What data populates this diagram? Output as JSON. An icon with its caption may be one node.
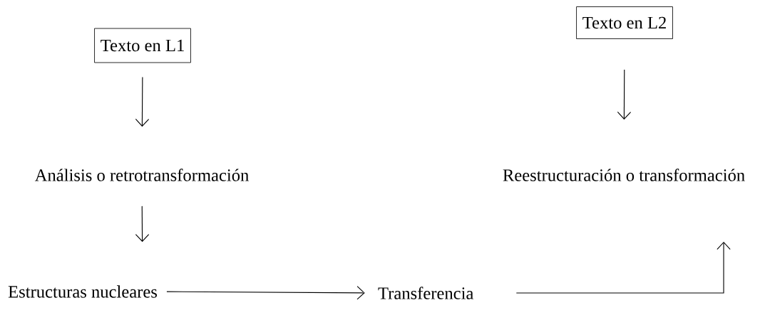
{
  "diagram": {
    "nodes": [
      {
        "text": [
          "Texto en L1"
        ]
      },
      {
        "text": [
          "Texto en L2"
        ]
      },
      {
        "text": [
          "Análisis o retrotransformación"
        ]
      },
      {
        "text": [
          "Reestructuración o transformación"
        ]
      },
      {
        "text": [
          "Estructuras nucleares"
        ]
      },
      {
        "text": [
          "Transferencia"
        ]
      }
    ],
    "edges": [
      {
        "from": 0,
        "to": 2,
        "arrow": "to"
      },
      {
        "from": 1,
        "to": 3,
        "arrow": "to"
      },
      {
        "from": 2,
        "to": 4,
        "arrow": "to"
      },
      {
        "from": 4,
        "to": 5,
        "arrow": "to"
      },
      {
        "from": 5,
        "to": 3,
        "arrow": "to"
      }
    ]
  }
}
